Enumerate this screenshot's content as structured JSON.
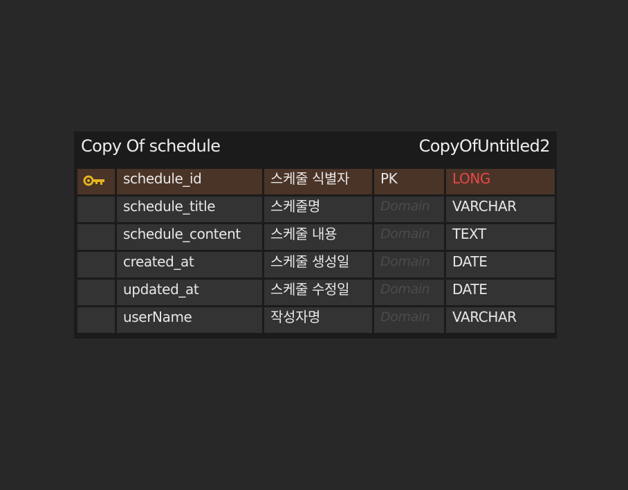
{
  "table": {
    "title": "Copy Of schedule",
    "subtitle": "CopyOfUntitled2"
  },
  "colors": {
    "background": "#282828",
    "card": "#1b1b1b",
    "cell": "#333333",
    "pk_row": "#4a3427",
    "pk_type": "#e8484a",
    "key_icon": "#e5b421"
  },
  "rows": [
    {
      "is_pk": true,
      "icon": "key-icon",
      "name": "schedule_id",
      "comment": "스케줄 식별자",
      "key_or_domain": "PK",
      "type": "LONG"
    },
    {
      "is_pk": false,
      "icon": "",
      "name": "schedule_title",
      "comment": "스케줄명",
      "key_or_domain": "Domain",
      "type": "VARCHAR"
    },
    {
      "is_pk": false,
      "icon": "",
      "name": "schedule_content",
      "comment": "스케줄 내용",
      "key_or_domain": "Domain",
      "type": "TEXT"
    },
    {
      "is_pk": false,
      "icon": "",
      "name": "created_at",
      "comment": "스케줄 생성일",
      "key_or_domain": "Domain",
      "type": "DATE"
    },
    {
      "is_pk": false,
      "icon": "",
      "name": "updated_at",
      "comment": "스케줄 수정일",
      "key_or_domain": "Domain",
      "type": "DATE"
    },
    {
      "is_pk": false,
      "icon": "",
      "name": "userName",
      "comment": "작성자명",
      "key_or_domain": "Domain",
      "type": "VARCHAR"
    }
  ]
}
